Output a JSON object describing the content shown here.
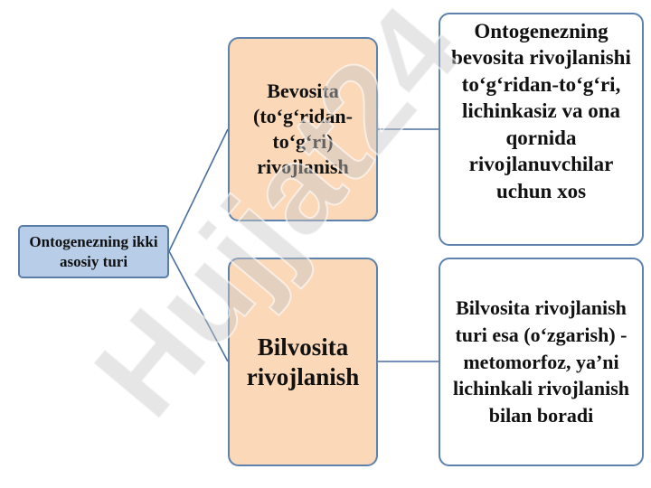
{
  "diagram": {
    "root": {
      "label": "Ontogenezning ikki asosiy turi"
    },
    "branches": [
      {
        "title": "Bevosita (to‘g‘ridan-to‘g‘ri) rivojlanish",
        "description": "Ontogenezning bevosita rivojlanishi to‘g‘ridan-to‘g‘ri, lichinkasiz va ona qornida rivojlanuvchilar uchun xos"
      },
      {
        "title": "Bilvosita rivojlanish",
        "description": "Bilvosita rivojlanish turi esa (o‘zgarish) - metomorfoz, ya’ni lichinkali rivojlanish bilan boradi"
      }
    ]
  },
  "watermark": {
    "text": "Hujjat24"
  },
  "colors": {
    "root_fill": "#b7cde8",
    "branch_fill": "#fbd8b8",
    "border": "#5d82ad",
    "watermark": "#c8c8c8"
  }
}
